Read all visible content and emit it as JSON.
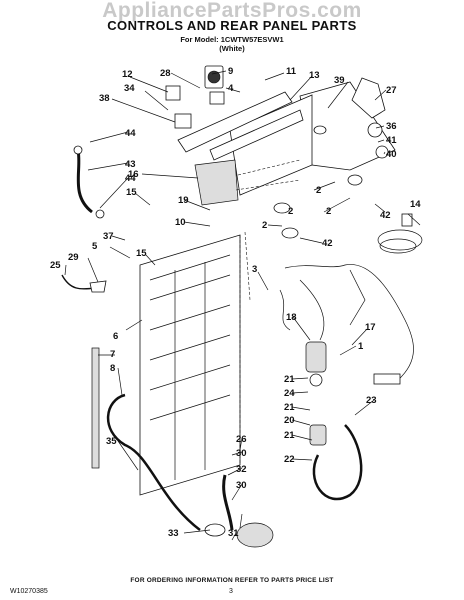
{
  "watermark": "AppliancePartsPros.com",
  "header": {
    "title": "CONTROLS AND REAR PANEL PARTS",
    "model": "For Model: 1CWTW57ESVW1",
    "color": "(White)"
  },
  "callouts": {
    "c9": "9",
    "c11": "11",
    "c12": "12",
    "c28": "28",
    "c4": "4",
    "c13": "13",
    "c34": "34",
    "c39": "39",
    "c27": "27",
    "c38": "38",
    "c44a": "44",
    "c36": "36",
    "c41": "41",
    "c40": "40",
    "c43": "43",
    "c16": "16",
    "c2a": "2",
    "c2b": "2",
    "c44b": "44",
    "c15a": "15",
    "c19": "19",
    "c2c": "2",
    "c42a": "42",
    "c14": "14",
    "c10": "10",
    "c2d": "2",
    "c37": "37",
    "c5": "5",
    "c42b": "42",
    "c29": "29",
    "c15b": "15",
    "c25": "25",
    "c3": "3",
    "c18": "18",
    "c17": "17",
    "c6": "6",
    "c1": "1",
    "c7": "7",
    "c8": "8",
    "c21a": "21",
    "c24": "24",
    "c21b": "21",
    "c20": "20",
    "c23": "23",
    "c26": "26",
    "c21c": "21",
    "c35": "35",
    "c30a": "30",
    "c22": "22",
    "c32": "32",
    "c30b": "30",
    "c33": "33",
    "c31": "31"
  },
  "footer": {
    "note": "FOR ORDERING INFORMATION REFER TO PARTS PRICE LIST",
    "doc_number": "W10270385",
    "page": "3"
  }
}
